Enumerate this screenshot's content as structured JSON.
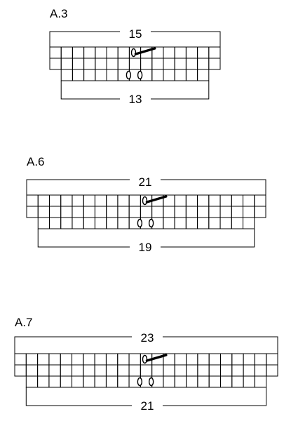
{
  "charts": [
    {
      "label": "A.3",
      "top_count": "15",
      "bottom_count": "13",
      "top_stitches": 15,
      "bottom_stitches": 13,
      "symbol": "yarn-over-and-decrease"
    },
    {
      "label": "A.6",
      "top_count": "21",
      "bottom_count": "19",
      "top_stitches": 21,
      "bottom_stitches": 19,
      "symbol": "yarn-over-and-decrease"
    },
    {
      "label": "A.7",
      "top_count": "23",
      "bottom_count": "21",
      "top_stitches": 23,
      "bottom_stitches": 21,
      "symbol": "yarn-over-and-decrease"
    }
  ]
}
